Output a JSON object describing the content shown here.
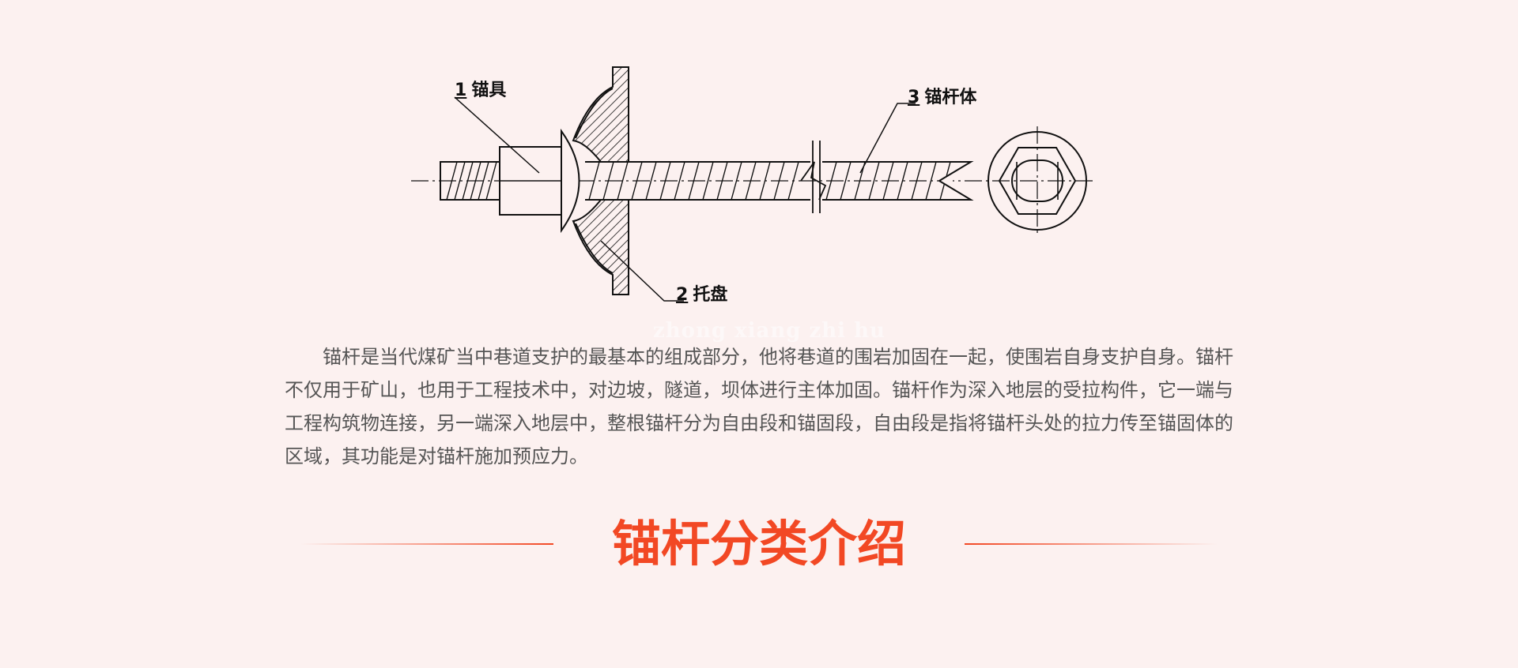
{
  "diagram": {
    "labels": {
      "anchor_tool": {
        "num": "1",
        "text": "锚具"
      },
      "tray": {
        "num": "2",
        "text": "托盘"
      },
      "rod_body": {
        "num": "3",
        "text": "锚杆体"
      }
    }
  },
  "watermark": "zhong xiang zhi hu",
  "description": "锚杆是当代煤矿当中巷道支护的最基本的组成部分，他将巷道的围岩加固在一起，使围岩自身支护自身。锚杆不仅用于矿山，也用于工程技术中，对边坡，隧道，坝体进行主体加固。锚杆作为深入地层的受拉构件，它一端与工程构筑物连接，另一端深入地层中，整根锚杆分为自由段和锚固段，自由段是指将锚杆头处的拉力传至锚固体的区域，其功能是对锚杆施加预应力。",
  "section": {
    "title": "锚杆分类介绍"
  },
  "colors": {
    "background": "#fcf1f0",
    "accent": "#f24824",
    "text": "#555555",
    "line_art": "#111111"
  }
}
